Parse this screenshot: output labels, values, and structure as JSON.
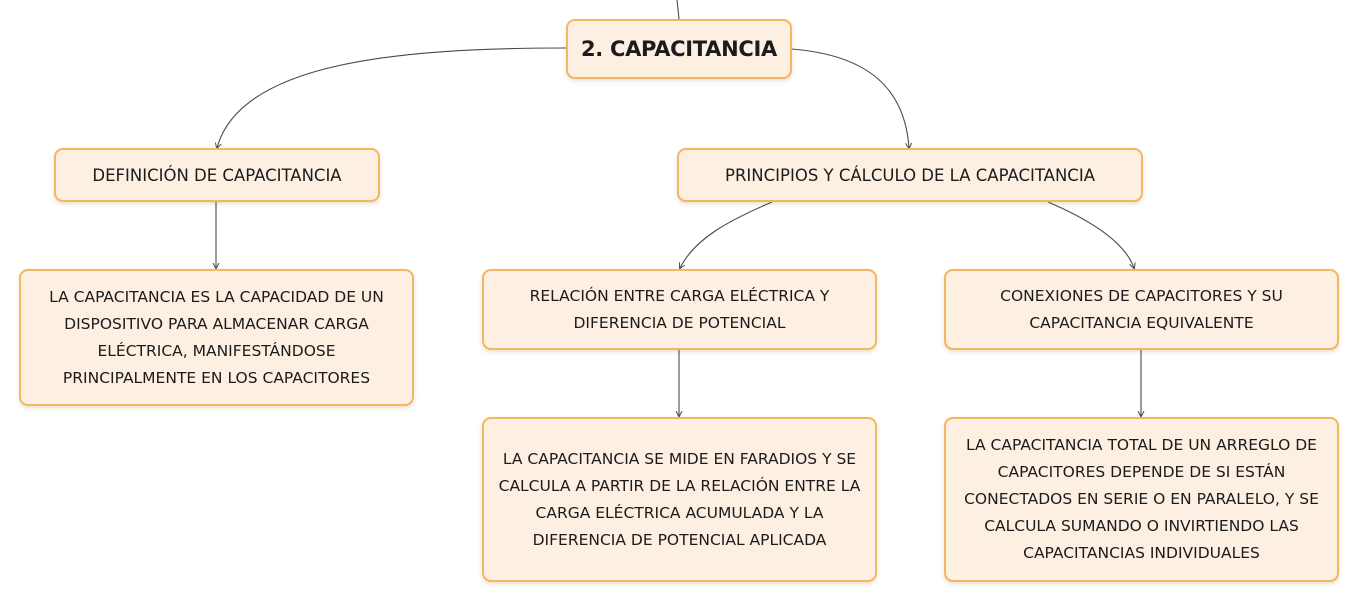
{
  "colors": {
    "node_fill": "#fdf0e3",
    "node_border": "#f4b65e",
    "connector": "#4a4a4a",
    "text": "#1b1b1b"
  },
  "root": {
    "label": "2. CAPACITANCIA"
  },
  "definition": {
    "title": "DEFINICIÓN DE CAPACITANCIA",
    "text": "LA CAPACITANCIA ES LA CAPACIDAD DE UN DISPOSITIVO PARA ALMACENAR CARGA ELÉCTRICA, MANIFESTÁNDOSE PRINCIPALMENTE EN LOS CAPACITORES"
  },
  "principles": {
    "title": "PRINCIPIOS Y CÁLCULO DE LA CAPACITANCIA",
    "relation": {
      "title": "RELACIÓN ENTRE CARGA ELÉCTRICA Y DIFERENCIA DE POTENCIAL",
      "text": "LA CAPACITANCIA SE MIDE EN FARADIOS Y SE CALCULA A PARTIR DE LA RELACIÓN ENTRE LA CARGA ELÉCTRICA ACUMULADA Y LA DIFERENCIA DE POTENCIAL APLICADA"
    },
    "connections": {
      "title": "CONEXIONES DE CAPACITORES Y SU CAPACITANCIA EQUIVALENTE",
      "text": "LA CAPACITANCIA TOTAL DE UN ARREGLO DE CAPACITORES DEPENDE DE SI ESTÁN CONECTADOS EN SERIE O EN PARALELO, Y SE CALCULA SUMANDO O INVIRTIENDO LAS CAPACITANCIAS INDIVIDUALES"
    }
  }
}
